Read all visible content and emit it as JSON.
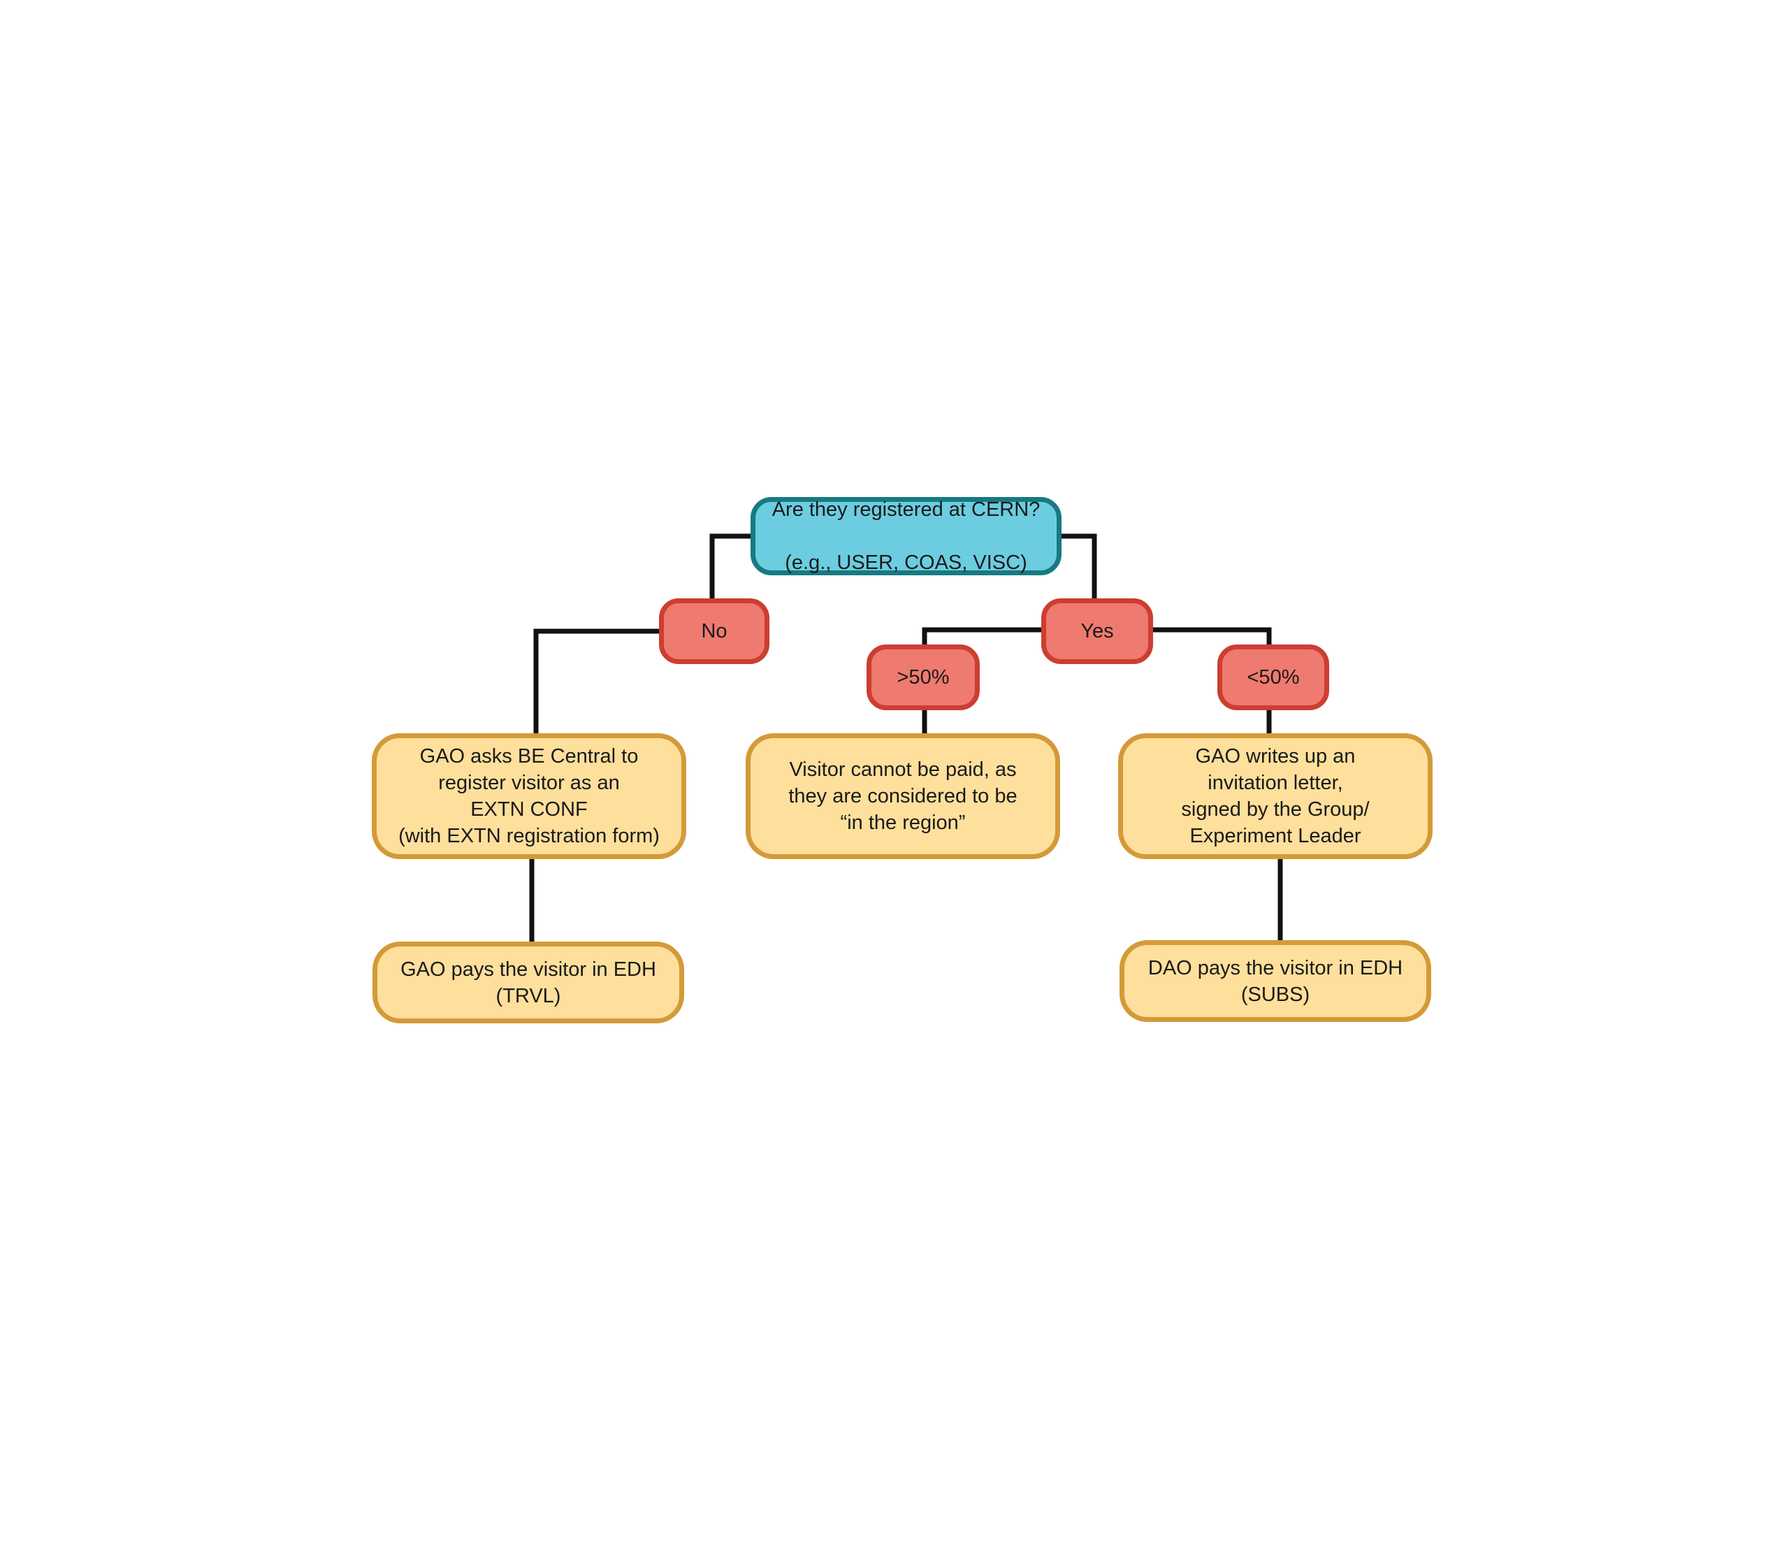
{
  "diagram": {
    "question": {
      "line1": "Are they registered at CERN?",
      "line2": "(e.g., USER, COAS, VISC)"
    },
    "branches": {
      "no": "No",
      "yes": "Yes",
      "over50": ">50%",
      "under50": "<50%"
    },
    "outcomes": {
      "extn_register": "GAO asks BE Central to\nregister visitor as an\nEXTN CONF\n(with EXTN registration form)",
      "gao_pays": "GAO pays the visitor in EDH\n(TRVL)",
      "cannot_be_paid": "Visitor cannot be paid, as\nthey are considered to be\n“in the region”",
      "invitation_letter": "GAO writes up an\ninvitation letter,\nsigned by the Group/\nExperiment Leader",
      "dao_pays": "DAO pays the visitor in EDH\n(SUBS)"
    },
    "colors": {
      "question_fill": "#6ccde0",
      "question_border": "#177a82",
      "branch_fill": "#ef7a6f",
      "branch_border": "#cc3e31",
      "outcome_fill": "#fedf9c",
      "outcome_border": "#d49a39",
      "connector": "#111111"
    }
  }
}
